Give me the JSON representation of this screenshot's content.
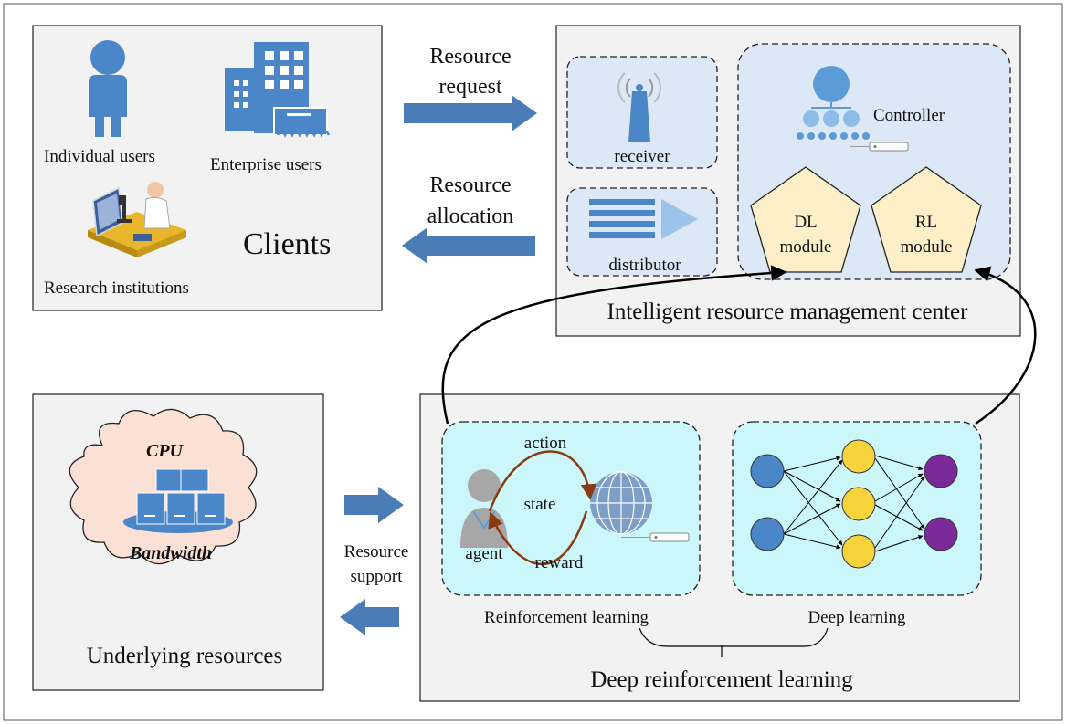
{
  "clients": {
    "individual": "Individual users",
    "enterprise": "Enterprise users",
    "research": "Research institutions",
    "title": "Clients"
  },
  "request": {
    "line1": "Resource",
    "line2": "request"
  },
  "allocation": {
    "line1": "Resource",
    "line2": "allocation"
  },
  "center": {
    "receiver": "receiver",
    "distributor": "distributor",
    "controller": "Controller",
    "dl_line1": "DL",
    "dl_line2": "module",
    "rl_line1": "RL",
    "rl_line2": "module",
    "title": "Intelligent resource management center"
  },
  "resources": {
    "cpu": "CPU",
    "bandwidth": "Bandwidth",
    "title": "Underlying resources"
  },
  "support": {
    "line1": "Resource",
    "line2": "support"
  },
  "drl": {
    "action": "action",
    "state": "state",
    "agent": "agent",
    "reward": "reward",
    "rl_label": "Reinforcement learning",
    "dl_label": "Deep learning",
    "title": "Deep reinforcement learning"
  },
  "colors": {
    "panel": "#f2f2f2",
    "center_inner": "#dce8f5",
    "drl_inner": "#ccf7fa",
    "module_fill": "#fdf0c8",
    "arrow": "#4a7db8",
    "icon_blue": "#4a86c8",
    "node_blue": "#4a86c8",
    "node_yellow": "#f5d33b",
    "node_purple": "#7a2a9a",
    "cycle_brown": "#8b3a12"
  }
}
